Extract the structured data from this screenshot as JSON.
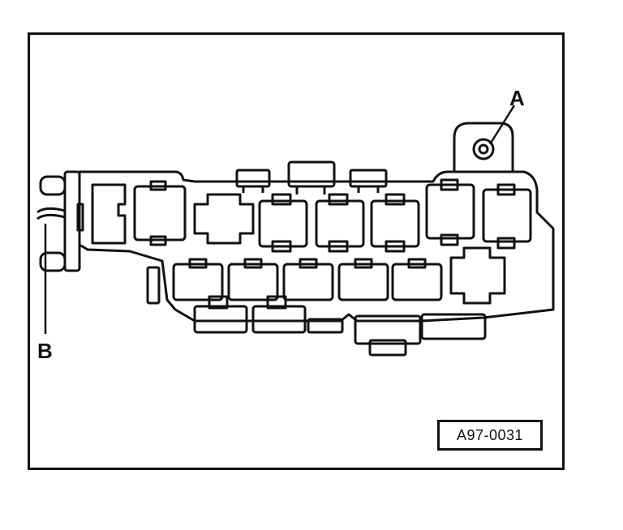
{
  "callouts": {
    "a": "A",
    "b": "B"
  },
  "reference_code": "A97-0031",
  "colors": {
    "line": "#111111",
    "background": "#ffffff"
  }
}
